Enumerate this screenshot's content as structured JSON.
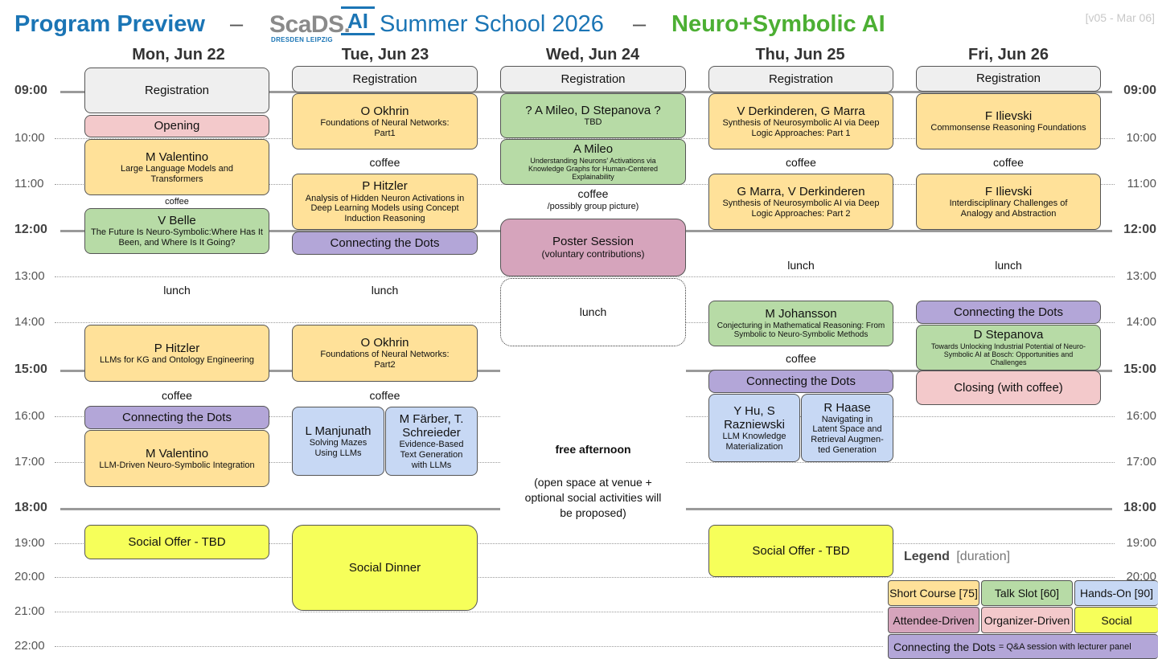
{
  "header": {
    "title_left": "Program Preview",
    "dash": "–",
    "logo_main": "ScaDS.",
    "logo_ai": "AI",
    "logo_sub": "DRESDEN LEIPZIG",
    "school": "Summer School 2026",
    "theme": "Neuro+Symbolic AI",
    "version": "[v05 - Mar 06]",
    "colors": {
      "title": "#1b75b5",
      "theme": "#4caf33",
      "logo": "#8a8a8a"
    }
  },
  "days": [
    "Mon, Jun 22",
    "Tue, Jun 23",
    "Wed, Jun 24",
    "Thu, Jun 25",
    "Fri, Jun 26"
  ],
  "times": [
    "09:00",
    "10:00",
    "11:00",
    "12:00",
    "13:00",
    "14:00",
    "15:00",
    "16:00",
    "17:00",
    "18:00",
    "19:00",
    "20:00",
    "21:00",
    "22:00"
  ],
  "mon": {
    "registration": "Registration",
    "opening": "Opening",
    "s1_name": "M Valentino",
    "s1_sub": "Large Language Models and Transformers",
    "coffee1": "coffee",
    "s2_name": "V Belle",
    "s2_sub": "The Future Is Neuro-Symbolic:Where Has It Been, and Where Is It Going?",
    "lunch": "lunch",
    "s3_name": "P Hitzler",
    "s3_sub": "LLMs for KG and Ontology Engineering",
    "coffee2": "coffee",
    "ctd": "Connecting the Dots",
    "s4_name": "M Valentino",
    "s4_sub": "LLM-Driven Neuro-Symbolic Integration",
    "social": "Social Offer - TBD"
  },
  "tue": {
    "registration": "Registration",
    "s1_name": "O Okhrin",
    "s1_sub": "Foundations of Neural Networks: Part1",
    "coffee1": "coffee",
    "s2_name": "P Hitzler",
    "s2_sub": "Analysis of Hidden Neuron Activations in Deep Learning Models using Concept Induction Reasoning",
    "ctd": "Connecting the Dots",
    "lunch": "lunch",
    "s3_name": "O Okhrin",
    "s3_sub": "Foundations of Neural Networks: Part2",
    "coffee2": "coffee",
    "h1_name": "L Manjunath",
    "h1_sub": "Solving Mazes Using LLMs",
    "h2_name": "M Färber, T. Schreieder",
    "h2_sub": "Evidence-Based Text Generation with LLMs",
    "social": "Social Dinner"
  },
  "wed": {
    "registration": "Registration",
    "s1_name": "? A Mileo, D Stepanova ?",
    "s1_sub": "TBD",
    "s2_name": "A Mileo",
    "s2_sub": "Understanding Neurons' Activations via Knowledge Graphs for Human-Centered Explainability",
    "coffee": "coffee",
    "coffee_note": "/possibly group picture)",
    "poster_name": "Poster Session",
    "poster_sub": "(voluntary contributions)",
    "lunch": "lunch",
    "free_title": "free afternoon",
    "free_sub": "(open space at venue + optional social activities will be proposed)"
  },
  "thu": {
    "registration": "Registration",
    "s1_name": "V Derkinderen, G Marra",
    "s1_sub": "Synthesis of Neurosymbolic AI via Deep Logic Approaches: Part 1",
    "coffee1": "coffee",
    "s2_name": "G Marra, V Derkinderen",
    "s2_sub": "Synthesis of Neurosymbolic AI via Deep Logic Approaches: Part 2",
    "lunch": "lunch",
    "s3_name": "M Johansson",
    "s3_sub": "Conjecturing in Mathematical Reasoning: From Symbolic to Neuro-Symbolic Methods",
    "coffee2": "coffee",
    "ctd": "Connecting the Dots",
    "h1_name": "Y Hu, S Razniewski",
    "h1_sub": "LLM Knowledge Materialization",
    "h2_name": "R Haase",
    "h2_sub": "Navigating in Latent Space and Retrieval Augmen-ted Generation",
    "social": "Social Offer - TBD"
  },
  "fri": {
    "registration": "Registration",
    "s1_name": "F Ilievski",
    "s1_sub": "Commonsense Reasoning Foundations",
    "coffee": "coffee",
    "s2_name": "F Ilievski",
    "s2_sub": "Interdisciplinary Challenges of Analogy and Abstraction",
    "lunch": "lunch",
    "ctd": "Connecting the Dots",
    "s3_name": "D Stepanova",
    "s3_sub": "Towards Unlocking Industrial Potential of Neuro-Symbolic AI at Bosch: Opportunities and Challenges",
    "closing": "Closing (with coffee)"
  },
  "legend": {
    "title": "Legend",
    "duration": "[duration]",
    "short_course": "Short Course [75]",
    "talk_slot": "Talk Slot [60]",
    "hands_on": "Hands-On [90]",
    "attendee": "Attendee-Driven",
    "organizer": "Organizer-Driven",
    "social": "Social",
    "ctd": "Connecting the Dots",
    "ctd_desc": "= Q&A session with lecturer panel"
  },
  "palette": {
    "short_course": "#ffe199",
    "talk": "#b7dba6",
    "hands_on": "#c7d8f4",
    "attendee": "#d6a4bc",
    "organizer": "#f3c9cb",
    "social": "#f6ff5a",
    "registration": "#efefef",
    "connecting": "#b3a6d8"
  }
}
